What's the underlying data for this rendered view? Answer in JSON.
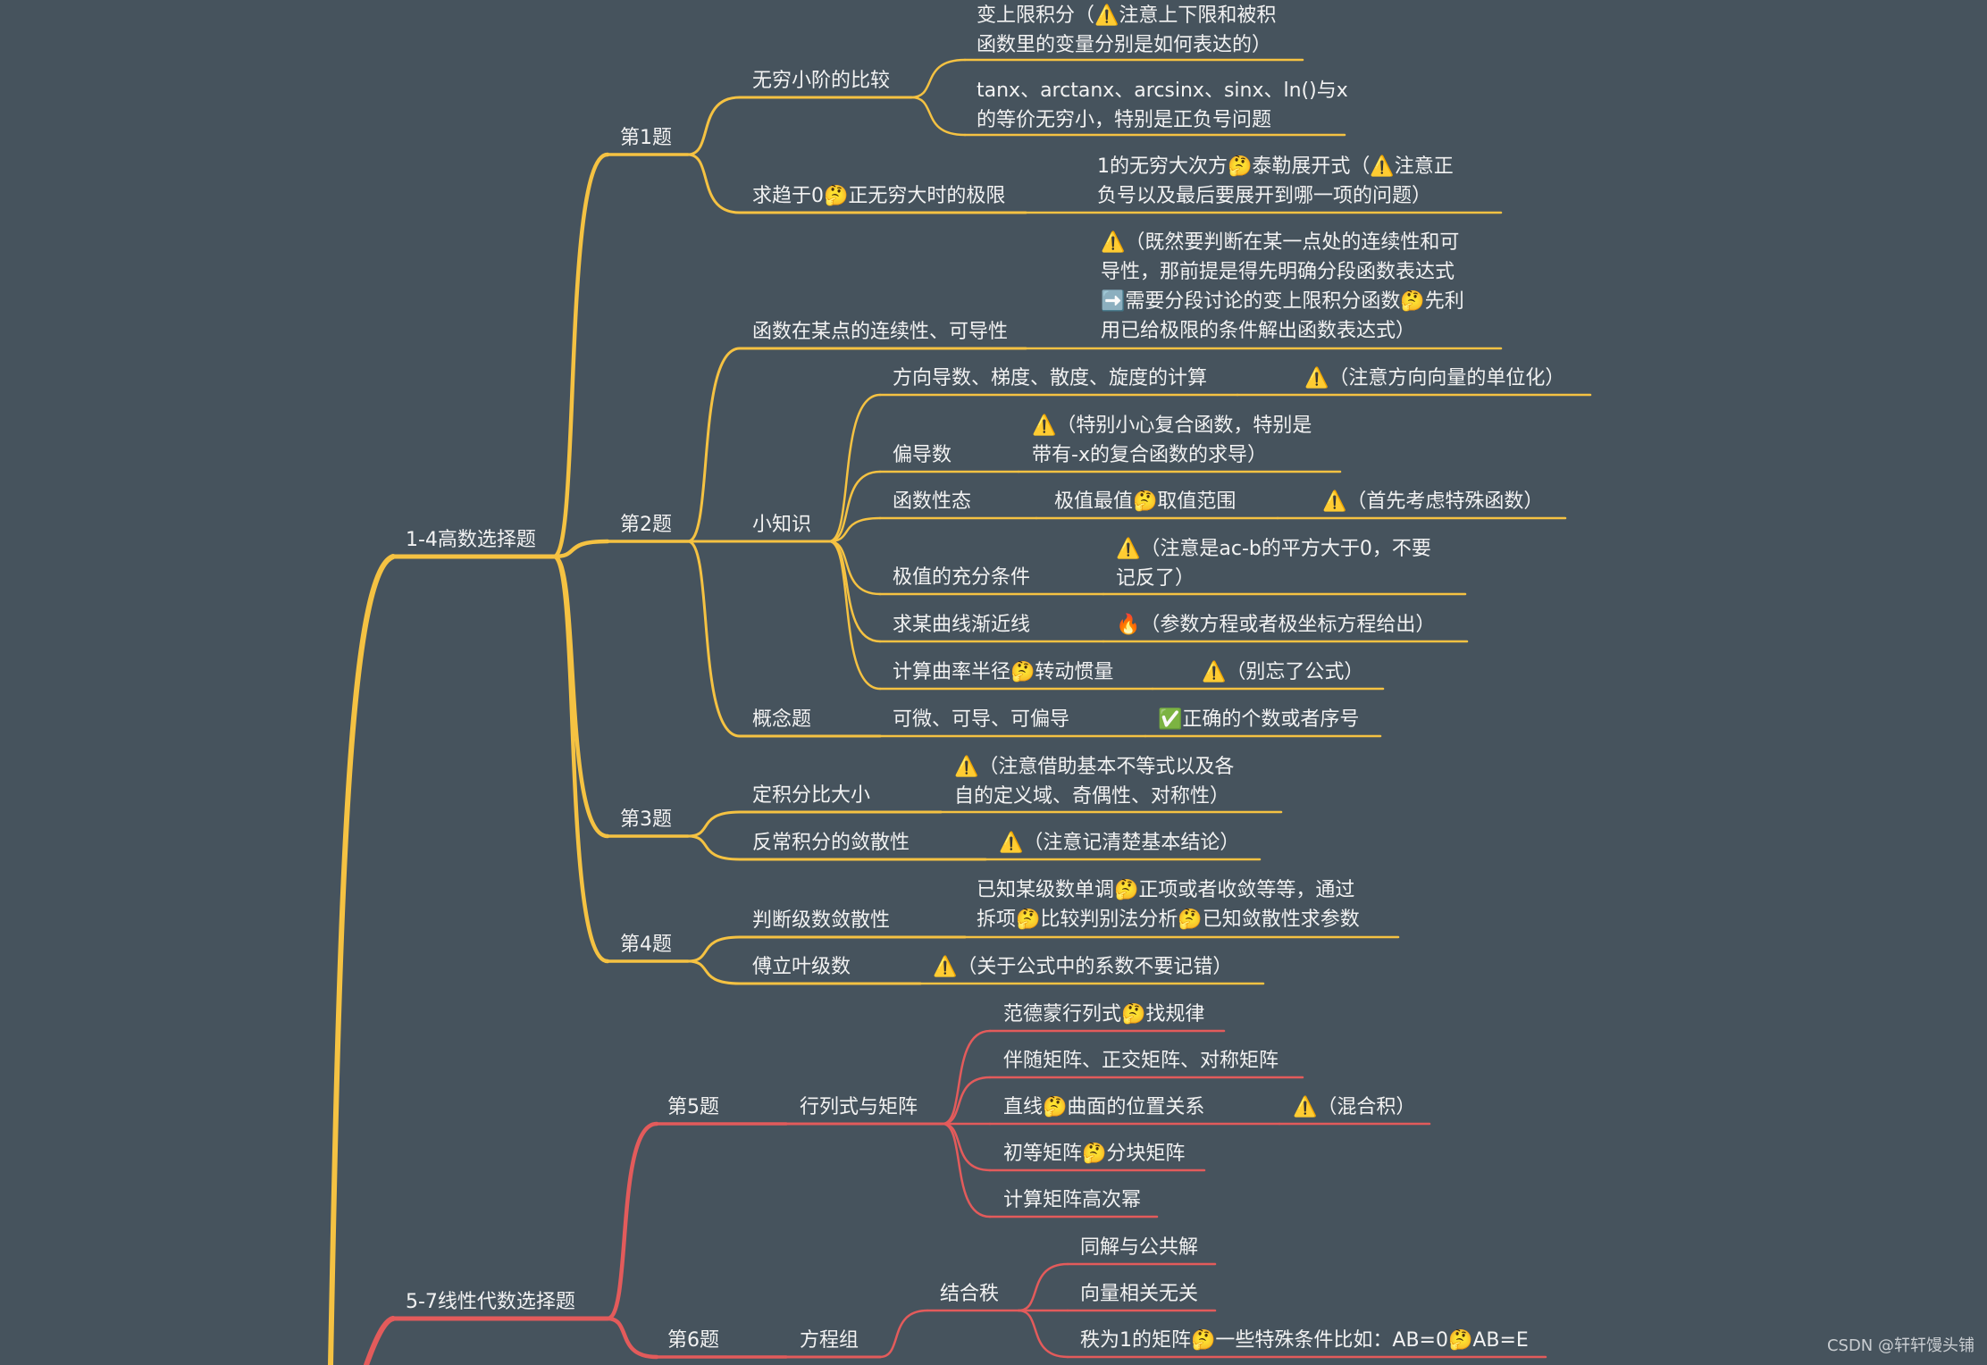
{
  "colors": {
    "background": "#46535d",
    "calculus_branch": "#f5c242",
    "linear_algebra_branch": "#e35b5b"
  },
  "calculus": {
    "title": "1-4高数选择题",
    "q1": {
      "label": "第1题",
      "infinitesimal": {
        "label": "无穷小阶的比较",
        "note_integral": [
          "变上限积分（⚠️注意上下限和被积",
          "函数里的变量分别是如何表达的）"
        ],
        "note_equivalents": [
          "tanx、arctanx、arcsinx、sinx、ln()与x",
          "的等价无穷小，特别是正负号问题"
        ]
      },
      "limit": {
        "label": "求趋于0🤔正无穷大时的极限",
        "note": [
          "1的无穷大次方🤔泰勒展开式（⚠️注意正",
          "负号以及最后要展开到哪一项的问题）"
        ]
      }
    },
    "q2": {
      "label": "第2题",
      "continuity": {
        "label": "函数在某点的连续性、可导性",
        "note": [
          "⚠️（既然要判断在某一点处的连续性和可",
          "导性，那前提是得先明确分段函数表达式",
          "➡️需要分段讨论的变上限积分函数🤔先利",
          "用已给极限的条件解出函数表达式）"
        ]
      },
      "tips": {
        "label": "小知识",
        "directional": {
          "label": "方向导数、梯度、散度、旋度的计算",
          "note": "⚠️（注意方向向量的单位化）"
        },
        "partial": {
          "label": "偏导数",
          "note": [
            "⚠️（特别小心复合函数，特别是",
            "带有-x的复合函数的求导）"
          ]
        },
        "properties": {
          "label": "函数性态",
          "sub": "极值最值🤔取值范围",
          "note": "⚠️（首先考虑特殊函数）"
        },
        "extremum": {
          "label": "极值的充分条件",
          "note": [
            "⚠️（注意是ac-b的平方大于0，不要",
            "记反了）"
          ]
        },
        "asymptote": {
          "label": "求某曲线渐近线",
          "note": "🔥（参数方程或者极坐标方程给出）"
        },
        "curvature": {
          "label": "计算曲率半径🤔转动惯量",
          "note": "⚠️（别忘了公式）"
        }
      },
      "concept": {
        "label": "概念题",
        "sub": "可微、可导、可偏导",
        "note": "✅正确的个数或者序号"
      }
    },
    "q3": {
      "label": "第3题",
      "definite": {
        "label": "定积分比大小",
        "note": [
          "⚠️（注意借助基本不等式以及各",
          "自的定义域、奇偶性、对称性）"
        ]
      },
      "improper": {
        "label": "反常积分的敛散性",
        "note": "⚠️（注意记清楚基本结论）"
      }
    },
    "q4": {
      "label": "第4题",
      "series": {
        "label": "判断级数敛散性",
        "note": [
          "已知某级数单调🤔正项或者收敛等等，通过",
          "拆项🤔比较判别法分析🤔已知敛散性求参数"
        ]
      },
      "fourier": {
        "label": "傅立叶级数",
        "note": "⚠️（关于公式中的系数不要记错）"
      }
    }
  },
  "linear_algebra": {
    "title": "5-7线性代数选择题",
    "q5": {
      "label": "第5题",
      "topic": "行列式与矩阵",
      "items": [
        "范德蒙行列式🤔找规律",
        "伴随矩阵、正交矩阵、对称矩阵",
        "直线🤔曲面的位置关系",
        "初等矩阵🤔分块矩阵",
        "计算矩阵高次幂"
      ],
      "note_mixed": "⚠️（混合积）"
    },
    "q6": {
      "label": "第6题",
      "topic": "方程组",
      "subtopic": "结合秩",
      "items": [
        "同解与公共解",
        "向量相关无关",
        "秩为1的矩阵🤔一些特殊条件比如：AB=0🤔AB=E"
      ]
    }
  },
  "watermark": "CSDN @轩轩馒头铺"
}
